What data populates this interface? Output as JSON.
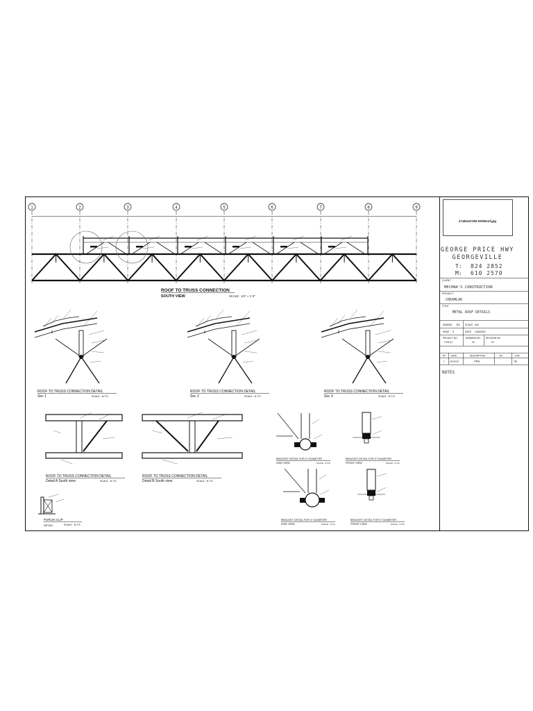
{
  "grid_bubbles": [
    "1",
    "2",
    "3",
    "4",
    "5",
    "6",
    "7",
    "8",
    "9"
  ],
  "south_view": {
    "title": "ROOF TO TRUSS CONNECTION",
    "subtitle": "SOUTH VIEW",
    "scale": "SCALE : 1/4\" = 1'-0\""
  },
  "sections": [
    {
      "title": "ROOF TO TRUSS CONNECTION DETAIL",
      "subtitle": "Sec 1",
      "scale": "SCALE : N.T.S."
    },
    {
      "title": "ROOF TO TRUSS CONNECTION DETAIL",
      "subtitle": "Sec 2",
      "scale": "SCALE : N.T.S."
    },
    {
      "title": "ROOF TO TRUSS CONNECTION DETAIL",
      "subtitle": "Sec 3",
      "scale": "SCALE : N.T.S."
    }
  ],
  "details": [
    {
      "title": "ROOF TO TRUSS CONNECTION DETAIL",
      "subtitle": "Detail A South view",
      "scale": "SCALE : N.T.S."
    },
    {
      "title": "ROOF TO TRUSS CONNECTION DETAIL",
      "subtitle": "Detail B South view",
      "scale": "SCALE : N.T.S."
    }
  ],
  "brackets": [
    {
      "title": "BRACKET DETAIL FOR 3\" DIAMETER",
      "subtitle": "SIDE VIEW",
      "scale": "SCALE : N.T.S."
    },
    {
      "title": "BRACKET DETAIL FOR 3\" DIAMETER",
      "subtitle": "FRONT VIEW",
      "scale": "SCALE : N.T.S."
    },
    {
      "title": "BRACKET DETAIL FOR 4\" DIAMETER",
      "subtitle": "SIDE VIEW",
      "scale": "SCALE : N.T.S."
    },
    {
      "title": "BRACKET DETAIL FOR 4\" DIAMETER",
      "subtitle": "FRONT VIEW",
      "scale": "SCALE : N.T.S."
    }
  ],
  "purlin": {
    "title": "PURLIN CLIP",
    "subtitle": "DETAIL",
    "scale": "SCALE : N.T.S."
  },
  "title_block": {
    "logo_path": "Z:\\Idea\\CSW-0SI\\Roof.jpg",
    "company_line1": "GEORGE PRICE HWY",
    "company_line2": "GEORGEVILLE",
    "tel_prefix": "T:",
    "tel": "824 2852",
    "mob_prefix": "M:",
    "mob": "610 2570",
    "client_label": "CLIENT",
    "client": "MECHNA'S CONSTRUCTION",
    "project_label": "PROJECT",
    "project": "CREAMLAR",
    "title_label": "TITLE",
    "title": "METAL ROOF DETAILS",
    "drawn_label": "DRAWN",
    "drawn_by": "BS",
    "scale_label": "SCALE",
    "scale_value": "N/A",
    "sheet_label": "PAGE",
    "sheet_value": "5",
    "date_label": "DATE",
    "date_value": "14/6/2020",
    "project_no_label": "PROJECT NO.",
    "project_no": "CSS-01",
    "drawing_no_label": "DRAWING NO.",
    "drawing_no": "02",
    "revision_label": "REVISION NO.",
    "revision_no": "01",
    "rev_headers": [
      "RV",
      "DATE",
      "DESCRIPTION",
      "BY",
      "CHK"
    ],
    "rev_row": [
      "1",
      "18/6/2020",
      "FINAL",
      "",
      "BS"
    ],
    "notes_label": "NOTES"
  }
}
